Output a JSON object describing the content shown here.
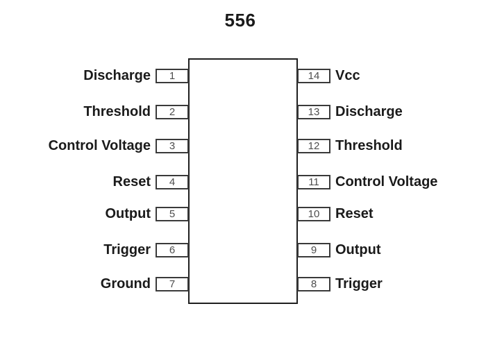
{
  "title": "556",
  "chip": {
    "left_pins": [
      {
        "number": "1",
        "label": "Discharge"
      },
      {
        "number": "2",
        "label": "Threshold"
      },
      {
        "number": "3",
        "label": "Control Voltage"
      },
      {
        "number": "4",
        "label": "Reset"
      },
      {
        "number": "5",
        "label": "Output"
      },
      {
        "number": "6",
        "label": "Trigger"
      },
      {
        "number": "7",
        "label": "Ground"
      }
    ],
    "right_pins": [
      {
        "number": "14",
        "label": "Vcc"
      },
      {
        "number": "13",
        "label": "Discharge"
      },
      {
        "number": "12",
        "label": "Threshold"
      },
      {
        "number": "11",
        "label": "Control Voltage"
      },
      {
        "number": "10",
        "label": "Reset"
      },
      {
        "number": "9",
        "label": "Output"
      },
      {
        "number": "8",
        "label": "Trigger"
      }
    ]
  },
  "colors": {
    "background": "#ffffff",
    "label_text": "#1a1a1a",
    "pin_number": "#4d4d4d",
    "pin_box_border": "#3a3a3a",
    "chip_body_border": "#1f1f1f"
  }
}
